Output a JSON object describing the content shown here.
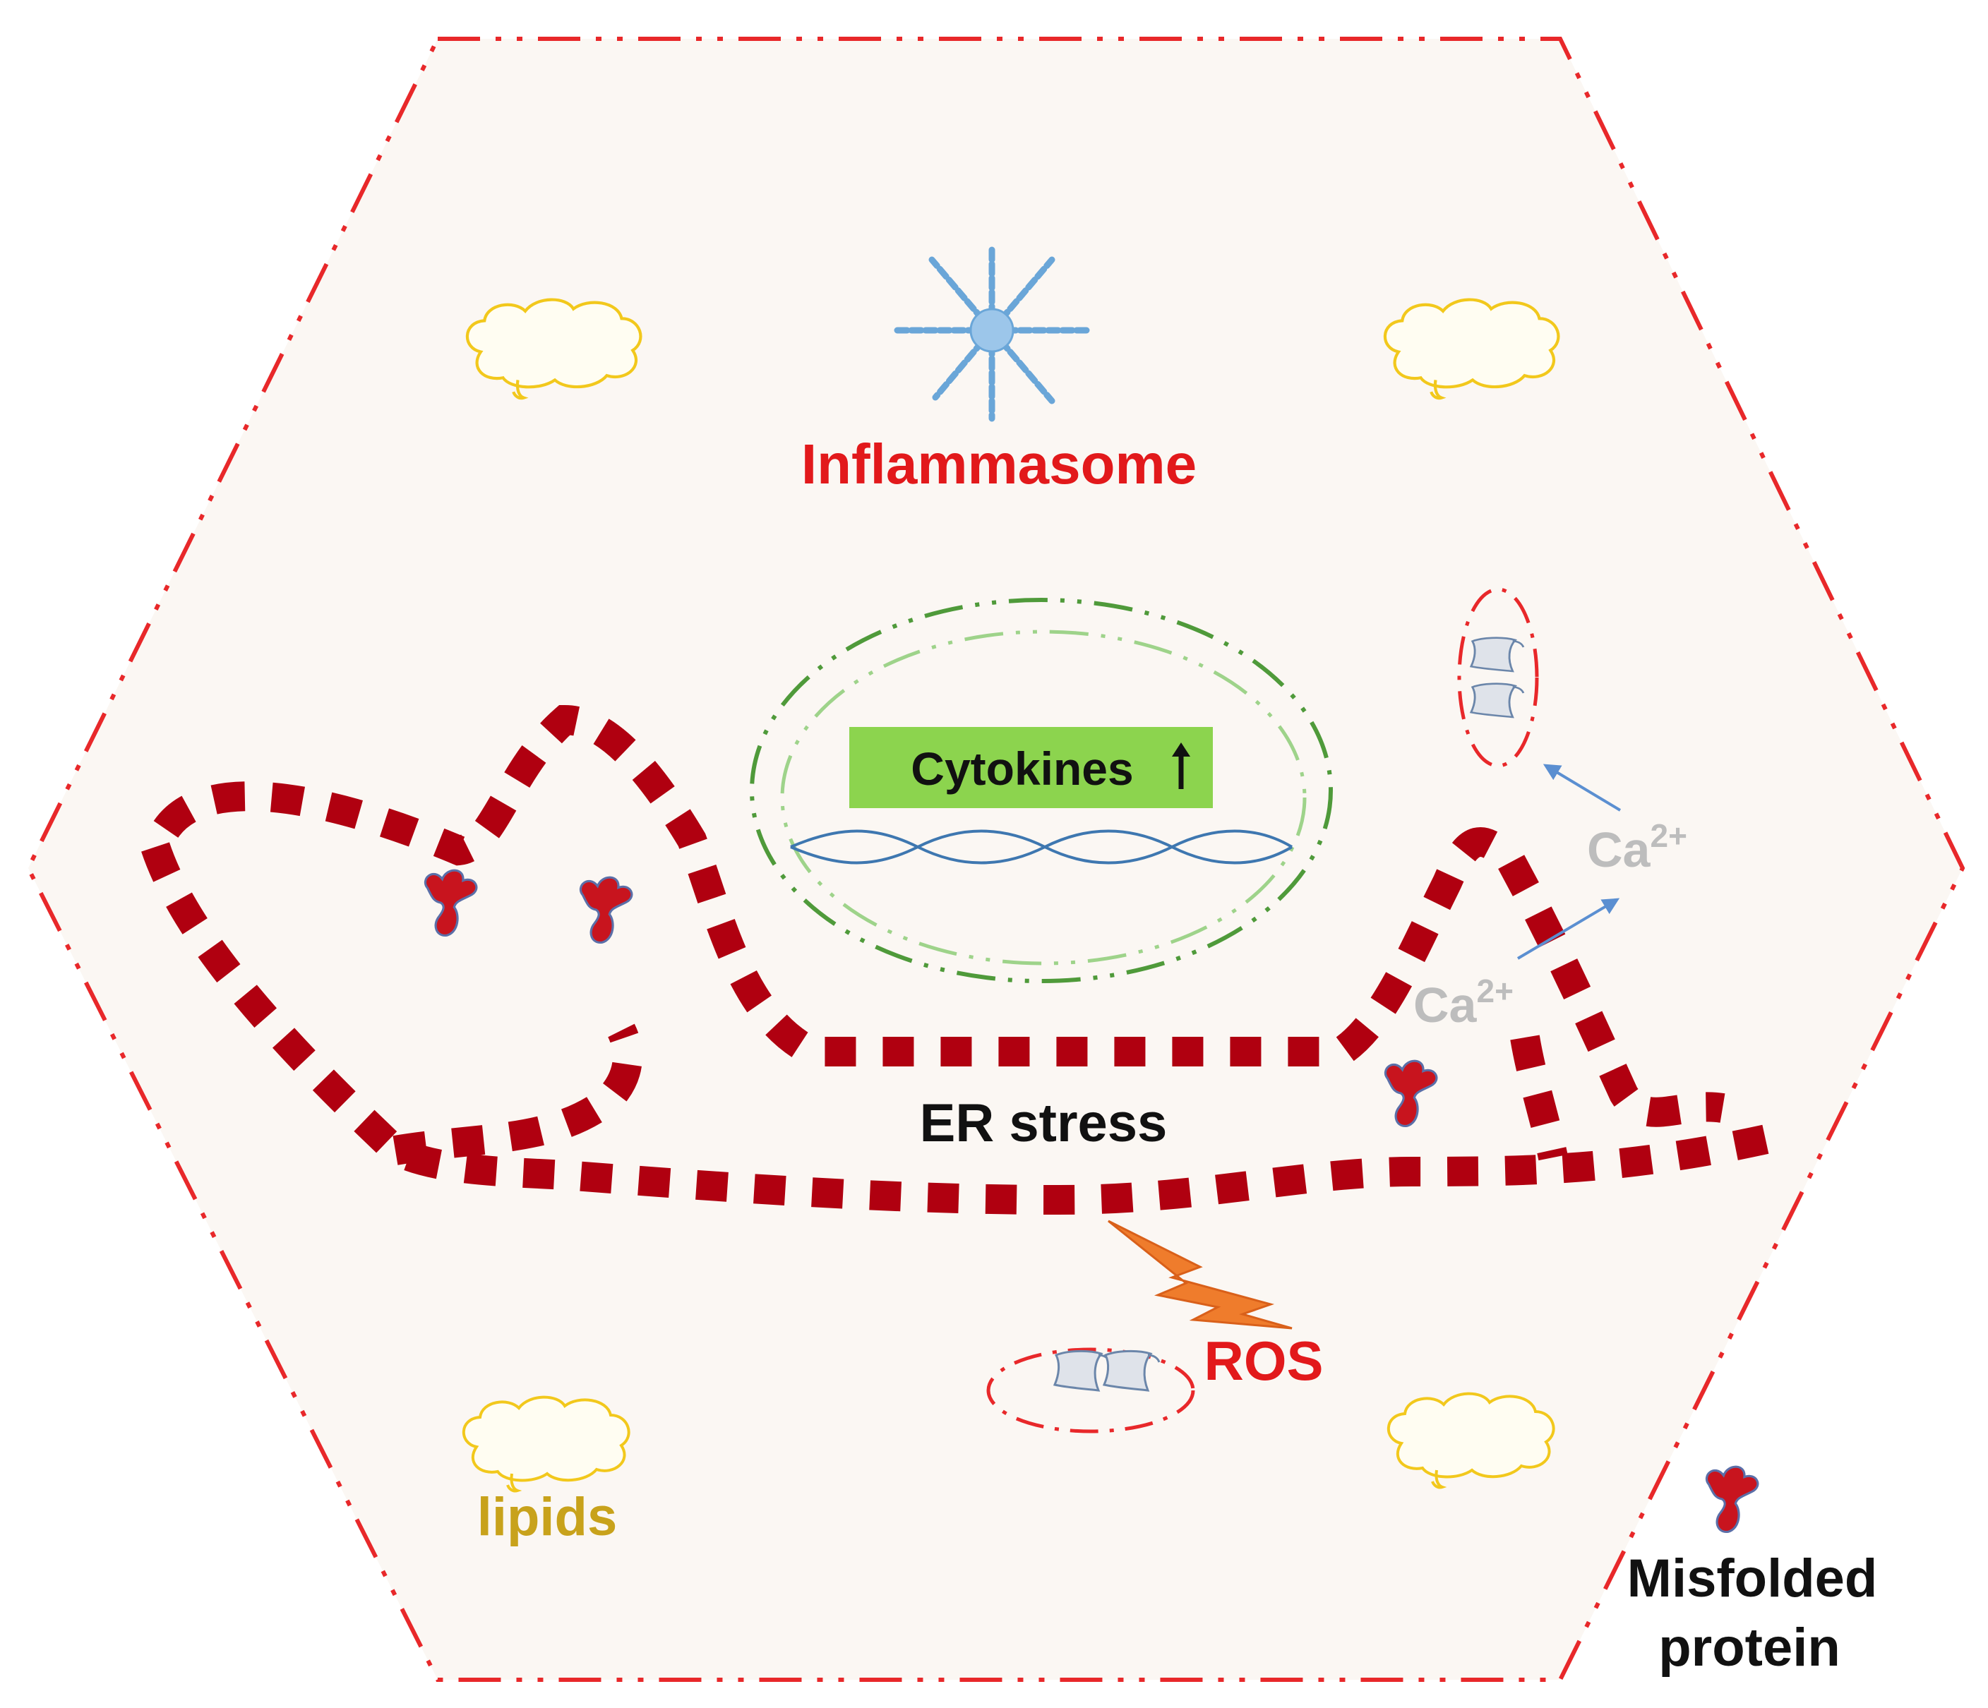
{
  "labels": {
    "inflammasome": "Inflammasome",
    "cytokines": "Cytokines",
    "er_stress": "ER stress",
    "ros": "ROS",
    "lipids": "lipids",
    "ca_upper": "Ca",
    "ca_upper_sup": "2+",
    "ca_lower": "Ca",
    "ca_lower_sup": "2+",
    "legend_line1": "Misfolded",
    "legend_line2": "protein"
  },
  "colors": {
    "cell_border": "#e8282a",
    "cell_fill": "#fbf7f3",
    "er": "#b00010",
    "inflammasome": "#6aa6d8",
    "nucleus_outer": "#4f9a3a",
    "nucleus_inner": "#9ed38a",
    "cytokine_box": "#8cd44e",
    "dna": "#3e77b0",
    "lipid": "#f2c81c",
    "lipid_text": "#c8a21b",
    "ros": "#ef7c2c",
    "calcium_text": "#bdbdbd",
    "arrow": "#5b8fd1",
    "mito_fill": "#dfe3ea",
    "mito_outline": "#6b86aa",
    "misfolded": "#c8141e",
    "red_text": "#e2191b",
    "black_text": "#111111"
  },
  "icons": {
    "inflammasome": "inflammasome-star-icon",
    "lipid": "lipid-cloud-icon",
    "mitochondrion": "mitochondrion-icon",
    "ros": "lightning-bolt-icon",
    "misfolded_protein": "misfolded-protein-icon",
    "up_arrow": "up-arrow-icon"
  }
}
